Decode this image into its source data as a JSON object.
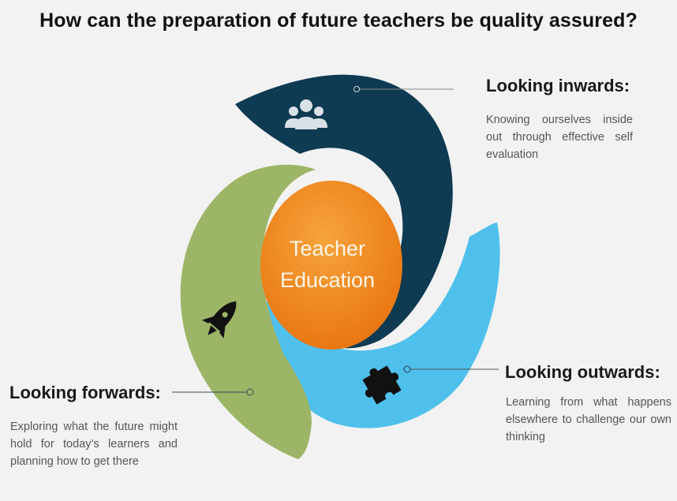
{
  "title": "How can the preparation of future teachers be quality assured?",
  "center": {
    "line1": "Teacher",
    "line2": "Education"
  },
  "sections": {
    "inwards": {
      "heading": "Looking inwards:",
      "text": "Knowing ourselves inside out through effective self evaluation",
      "icon": "people-group-icon",
      "color": "#0e3a52"
    },
    "outwards": {
      "heading": "Looking outwards:",
      "text": "Learning from what happens elsewhere to challenge our own thinking",
      "icon": "puzzle-piece-icon",
      "color": "#4fc0ec"
    },
    "forwards": {
      "heading": "Looking forwards:",
      "text": "Exploring what the future might hold for today’s learners and planning how to get there",
      "icon": "rocket-icon",
      "color": "#9db567"
    }
  },
  "center_color": "#f0841c"
}
